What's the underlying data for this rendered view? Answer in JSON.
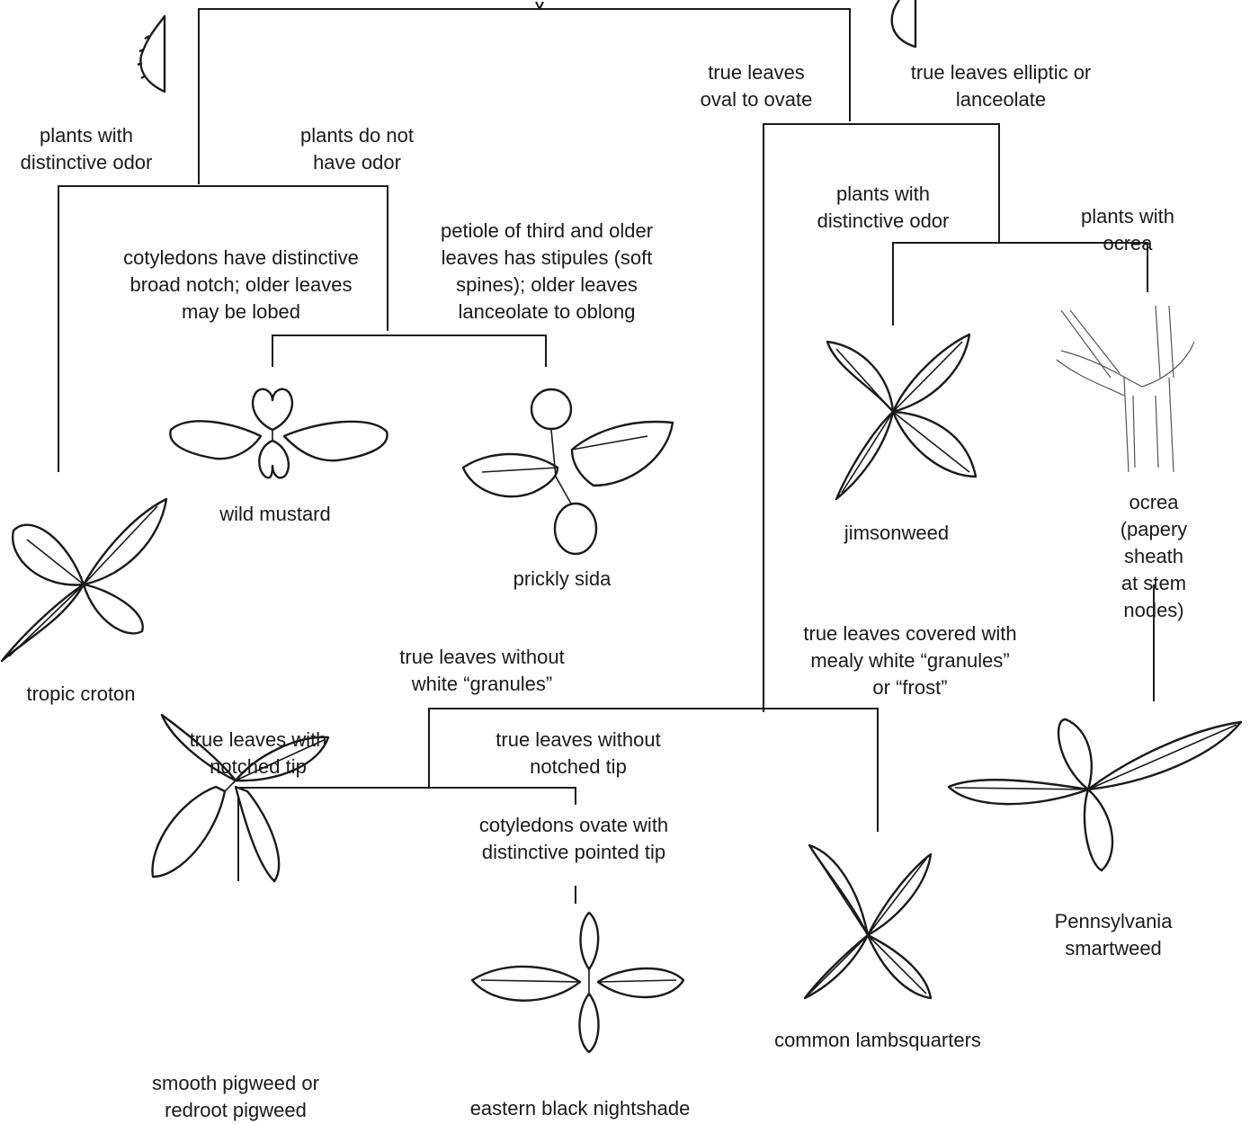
{
  "labels": {
    "odor_left": "plants with\ndistinctive odor",
    "no_odor": "plants do not\nhave odor",
    "oval_ovate": "true leaves\noval to ovate",
    "elliptic": "true leaves elliptic or\nlanceolate",
    "cotyledon_notch": "cotyledons have distinctive\nbroad notch; older leaves\nmay be lobed",
    "petiole_stipules": "petiole of third and older\nleaves has stipules (soft\nspines); older leaves\nlanceolate to oblong",
    "odor_right": "plants with\ndistinctive odor",
    "with_ocrea": "plants with ocrea",
    "without_granules": "true leaves without\nwhite “granules”",
    "covered_granules": "true leaves covered with\nmealy white “granules”\nor “frost”",
    "notched_tip": "true leaves with\nnotched tip",
    "no_notched_tip": "true leaves without\nnotched tip",
    "ovate_pointed": "cotyledons ovate with\ndistinctive pointed tip",
    "ocrea_def": "ocrea\n(papery sheath\nat stem nodes)"
  },
  "species": {
    "tropic_croton": "tropic croton",
    "wild_mustard": "wild mustard",
    "prickly_sida": "prickly sida",
    "jimsonweed": "jimsonweed",
    "pennsylvania_smartweed": "Pennsylvania\nsmartweed",
    "pigweed": "smooth pigweed or\nredroot pigweed",
    "nightshade": "eastern black nightshade",
    "lambsquarters": "common lambsquarters"
  }
}
